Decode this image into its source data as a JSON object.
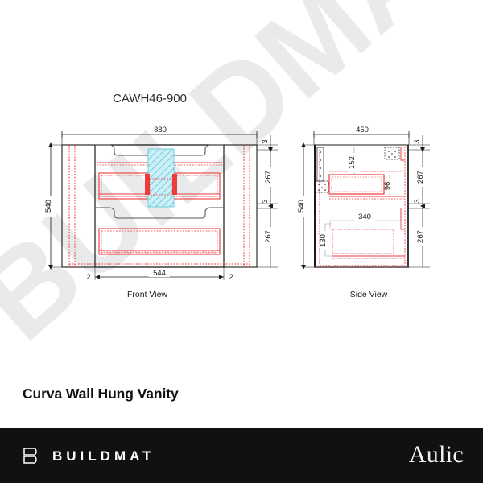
{
  "document": {
    "model_number": "CAWH46-900",
    "watermark_text": "BUILDMAT"
  },
  "views": {
    "front": {
      "label": "Front View",
      "dimensions": {
        "overall_width": "880",
        "door_width": "544",
        "overall_height": "540",
        "gap_left": "2",
        "gap_right": "2",
        "top_gap": "3",
        "upper_drawer_height": "267",
        "mid_gap": "3",
        "lower_drawer_height": "267"
      }
    },
    "side": {
      "label": "Side View",
      "dimensions": {
        "overall_depth": "450",
        "overall_height": "540",
        "top_gap": "3",
        "upper_drawer_height": "267",
        "mid_gap": "3",
        "lower_drawer_height": "267",
        "upper_inner_depth": "152",
        "upper_drawer_box_height": "96",
        "lower_inner_depth": "340",
        "lower_drawer_box_height": "130"
      }
    }
  },
  "product": {
    "title": "Curva Wall Hung Vanity"
  },
  "footer": {
    "buildmat_wordmark": "BUILDMAT",
    "buildmat_mark_icon": "buildmat-b-logo-icon",
    "aulic_wordmark": "Aulic",
    "background_color": "#121110"
  },
  "colors": {
    "line_black": "#1b1b1b",
    "line_red": "#ef3b3b",
    "hatch_cyan": "#7fdbe8",
    "watermark": "#e9eaec",
    "brand_dark": "#121110"
  }
}
